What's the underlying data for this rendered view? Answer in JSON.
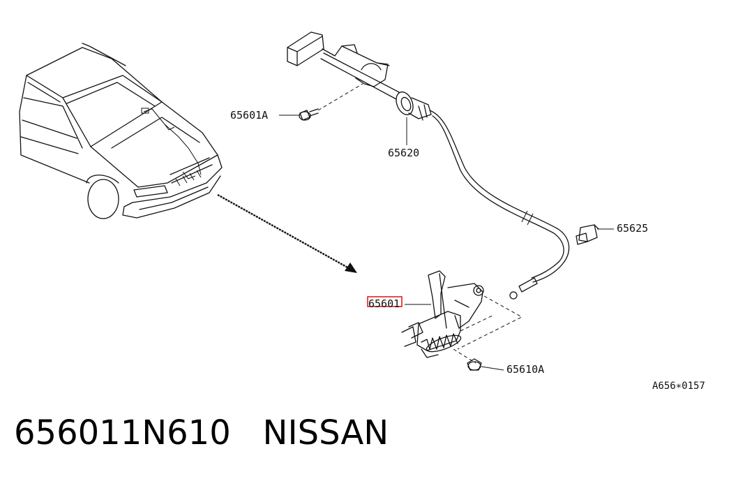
{
  "parts": {
    "bolt_upper": "65601A",
    "cable": "65620",
    "clip": "65625",
    "lock": "65601",
    "bolt_lower": "65610A"
  },
  "diagram_ref": "A656∗0157",
  "caption": {
    "part_number": "656011N610",
    "brand": "NISSAN"
  },
  "colors": {
    "highlight": "#e02020",
    "line": "#111111",
    "background": "#ffffff"
  }
}
